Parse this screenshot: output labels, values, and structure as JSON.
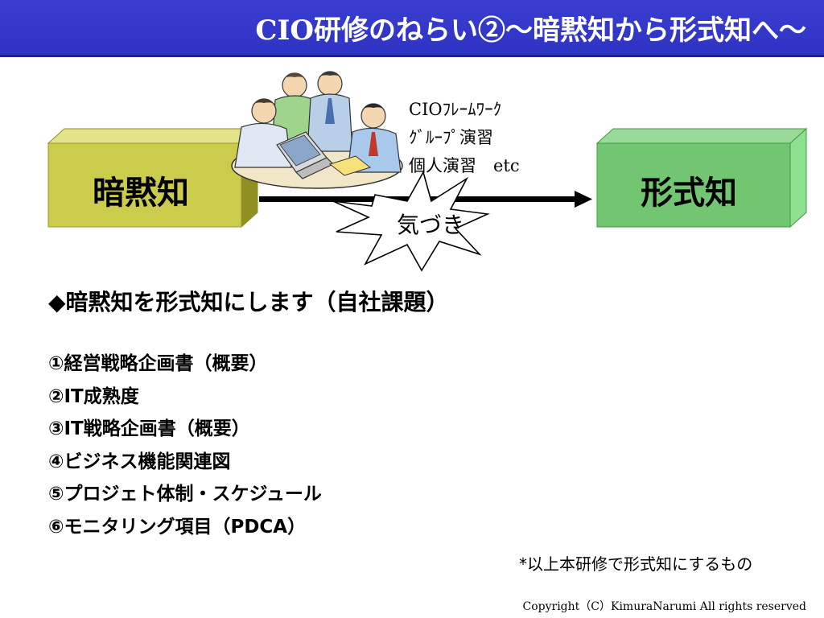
{
  "title": "CIO研修のねらい②～暗黙知から形式知へ～",
  "left_box": {
    "label": "暗黙知",
    "colors": {
      "front": "#cccc4c",
      "top": "#e3e38a",
      "side": "#8f8f22"
    }
  },
  "right_box": {
    "label": "形式知",
    "colors": {
      "front": "#72c672",
      "top": "#9ad99a",
      "side": "#3f9a3f"
    }
  },
  "methods": [
    "CIOﾌﾚｰﾑﾜｰｸ",
    "ｸﾞﾙｰﾌﾟ演習",
    "個人演習　etc"
  ],
  "burst_label": "気づき",
  "heading": "◆暗黙知を形式知にします（自社課題）",
  "items": [
    "①経営戦略企画書（概要）",
    "②IT成熟度",
    "③IT戦略企画書（概要）",
    "④ビジネス機能関連図",
    "⑤プロジェト体制・スケジュール",
    "⑥モニタリング項目（PDCA）"
  ],
  "note": "*以上本研修で形式知にするもの",
  "copyright": "Copyright（C）KimuraNarumi All rights reserved",
  "accent_color": "#2f33c4"
}
